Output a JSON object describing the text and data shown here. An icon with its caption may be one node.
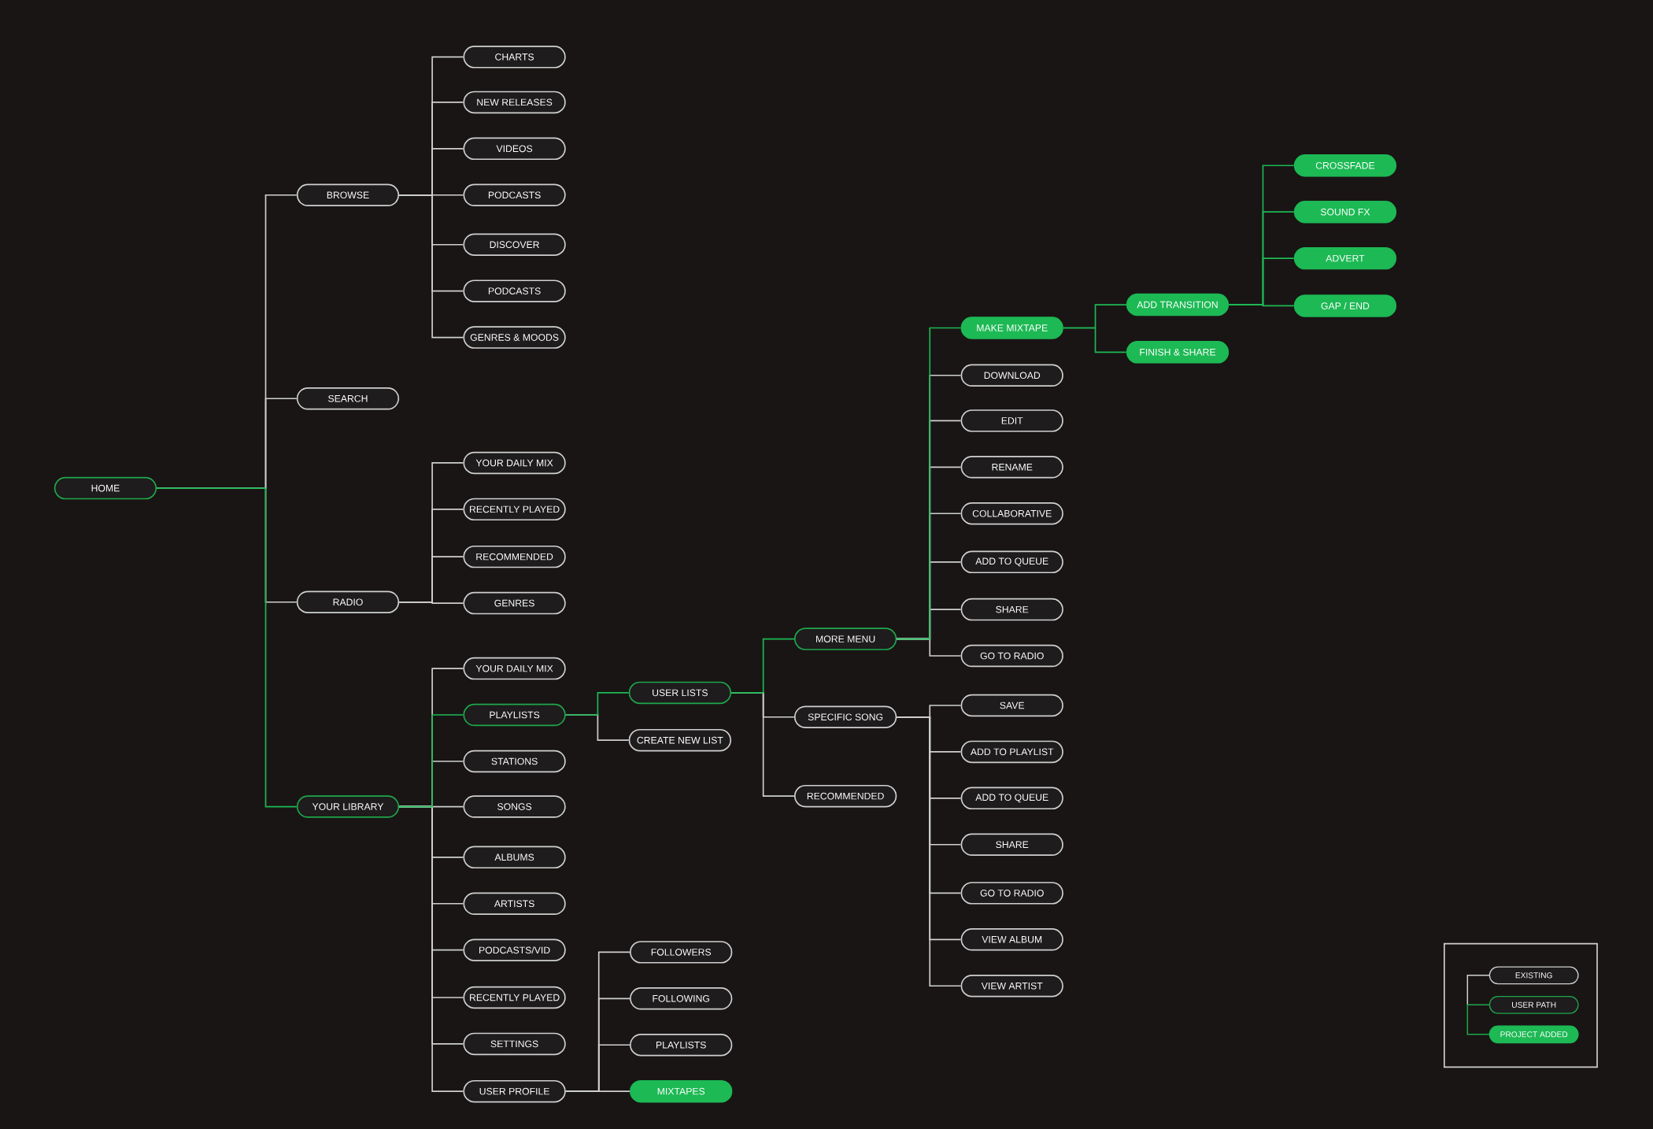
{
  "diagram": {
    "nodes": [
      {
        "text": [
          "HOME"
        ]
      },
      {
        "text": [
          "BROWSE"
        ]
      },
      {
        "text": [
          "CHARTS"
        ]
      },
      {
        "text": [
          "NEW RELEASES"
        ]
      },
      {
        "text": [
          "VIDEOS"
        ]
      },
      {
        "text": [
          "PODCASTS"
        ]
      },
      {
        "text": [
          "DISCOVER"
        ]
      },
      {
        "text": [
          "PODCASTS"
        ]
      },
      {
        "text": [
          "GENRES & MOODS"
        ]
      },
      {
        "text": [
          "SEARCH"
        ]
      },
      {
        "text": [
          "RADIO"
        ]
      },
      {
        "text": [
          "YOUR DAILY MIX"
        ]
      },
      {
        "text": [
          "RECENTLY PLAYED"
        ]
      },
      {
        "text": [
          "RECOMMENDED"
        ]
      },
      {
        "text": [
          "GENRES"
        ]
      },
      {
        "text": [
          "YOUR LIBRARY"
        ]
      },
      {
        "text": [
          "YOUR DAILY MIX"
        ]
      },
      {
        "text": [
          "PLAYLISTS"
        ]
      },
      {
        "text": [
          "STATIONS"
        ]
      },
      {
        "text": [
          "SONGS"
        ]
      },
      {
        "text": [
          "ALBUMS"
        ]
      },
      {
        "text": [
          "ARTISTS"
        ]
      },
      {
        "text": [
          "PODCASTS/VID"
        ]
      },
      {
        "text": [
          "RECENTLY PLAYED"
        ]
      },
      {
        "text": [
          "SETTINGS"
        ]
      },
      {
        "text": [
          "USER PROFILE"
        ]
      },
      {
        "text": [
          "USER LISTS"
        ]
      },
      {
        "text": [
          "CREATE NEW LIST"
        ]
      },
      {
        "text": [
          "FOLLOWERS"
        ]
      },
      {
        "text": [
          "FOLLOWING"
        ]
      },
      {
        "text": [
          "PLAYLISTS"
        ]
      },
      {
        "text": [
          "MIXTAPES"
        ]
      },
      {
        "text": [
          "MORE MENU"
        ]
      },
      {
        "text": [
          "SPECIFIC SONG"
        ]
      },
      {
        "text": [
          "RECOMMENDED"
        ]
      },
      {
        "text": [
          "MAKE MIXTAPE"
        ]
      },
      {
        "text": [
          "DOWNLOAD"
        ]
      },
      {
        "text": [
          "EDIT"
        ]
      },
      {
        "text": [
          "RENAME"
        ]
      },
      {
        "text": [
          "COLLABORATIVE"
        ]
      },
      {
        "text": [
          "ADD TO QUEUE"
        ]
      },
      {
        "text": [
          "SHARE"
        ]
      },
      {
        "text": [
          "GO TO RADIO"
        ]
      },
      {
        "text": [
          "SAVE"
        ]
      },
      {
        "text": [
          "ADD TO PLAYLIST"
        ]
      },
      {
        "text": [
          "ADD TO QUEUE"
        ]
      },
      {
        "text": [
          "SHARE"
        ]
      },
      {
        "text": [
          "GO TO RADIO"
        ]
      },
      {
        "text": [
          "VIEW ALBUM"
        ]
      },
      {
        "text": [
          "VIEW ARTIST"
        ]
      },
      {
        "text": [
          "ADD TRANSITION"
        ]
      },
      {
        "text": [
          "FINISH & SHARE"
        ]
      },
      {
        "text": [
          "CROSSFADE"
        ]
      },
      {
        "text": [
          "SOUND FX"
        ]
      },
      {
        "text": [
          "ADVERT"
        ]
      },
      {
        "text": [
          "GAP / END"
        ]
      }
    ],
    "edges": [
      {
        "from": 0,
        "to": 1,
        "arrow": "none"
      },
      {
        "from": 0,
        "to": 9,
        "arrow": "none"
      },
      {
        "from": 0,
        "to": 10,
        "arrow": "none"
      },
      {
        "from": 0,
        "to": 15,
        "arrow": "none",
        "color": "#1db954"
      },
      {
        "from": 1,
        "to": 2,
        "arrow": "none"
      },
      {
        "from": 1,
        "to": 3,
        "arrow": "none"
      },
      {
        "from": 1,
        "to": 4,
        "arrow": "none"
      },
      {
        "from": 1,
        "to": 5,
        "arrow": "none"
      },
      {
        "from": 1,
        "to": 6,
        "arrow": "none"
      },
      {
        "from": 1,
        "to": 7,
        "arrow": "none"
      },
      {
        "from": 1,
        "to": 8,
        "arrow": "none"
      },
      {
        "from": 10,
        "to": 11,
        "arrow": "none"
      },
      {
        "from": 10,
        "to": 12,
        "arrow": "none"
      },
      {
        "from": 10,
        "to": 13,
        "arrow": "none"
      },
      {
        "from": 10,
        "to": 14,
        "arrow": "none"
      },
      {
        "from": 15,
        "to": 16,
        "arrow": "none"
      },
      {
        "from": 15,
        "to": 17,
        "arrow": "none",
        "color": "#1db954"
      },
      {
        "from": 15,
        "to": 18,
        "arrow": "none"
      },
      {
        "from": 15,
        "to": 19,
        "arrow": "none"
      },
      {
        "from": 15,
        "to": 20,
        "arrow": "none"
      },
      {
        "from": 15,
        "to": 21,
        "arrow": "none"
      },
      {
        "from": 15,
        "to": 22,
        "arrow": "none"
      },
      {
        "from": 15,
        "to": 23,
        "arrow": "none"
      },
      {
        "from": 15,
        "to": 24,
        "arrow": "none"
      },
      {
        "from": 15,
        "to": 25,
        "arrow": "none"
      },
      {
        "from": 17,
        "to": 26,
        "arrow": "none",
        "color": "#1db954"
      },
      {
        "from": 17,
        "to": 27,
        "arrow": "none"
      },
      {
        "from": 25,
        "to": 28,
        "arrow": "none"
      },
      {
        "from": 25,
        "to": 29,
        "arrow": "none"
      },
      {
        "from": 25,
        "to": 30,
        "arrow": "none"
      },
      {
        "from": 25,
        "to": 31,
        "arrow": "none"
      },
      {
        "from": 26,
        "to": 32,
        "arrow": "none",
        "color": "#1db954"
      },
      {
        "from": 26,
        "to": 33,
        "arrow": "none"
      },
      {
        "from": 26,
        "to": 34,
        "arrow": "none"
      },
      {
        "from": 32,
        "to": 35,
        "arrow": "none",
        "color": "#1db954"
      },
      {
        "from": 32,
        "to": 36,
        "arrow": "none"
      },
      {
        "from": 32,
        "to": 37,
        "arrow": "none"
      },
      {
        "from": 32,
        "to": 38,
        "arrow": "none"
      },
      {
        "from": 32,
        "to": 39,
        "arrow": "none"
      },
      {
        "from": 32,
        "to": 40,
        "arrow": "none"
      },
      {
        "from": 32,
        "to": 41,
        "arrow": "none"
      },
      {
        "from": 32,
        "to": 42,
        "arrow": "none"
      },
      {
        "from": 33,
        "to": 43,
        "arrow": "none"
      },
      {
        "from": 33,
        "to": 44,
        "arrow": "none"
      },
      {
        "from": 33,
        "to": 45,
        "arrow": "none"
      },
      {
        "from": 33,
        "to": 46,
        "arrow": "none"
      },
      {
        "from": 33,
        "to": 47,
        "arrow": "none"
      },
      {
        "from": 33,
        "to": 48,
        "arrow": "none"
      },
      {
        "from": 33,
        "to": 49,
        "arrow": "none"
      },
      {
        "from": 35,
        "to": 50,
        "arrow": "none",
        "color": "#1db954"
      },
      {
        "from": 35,
        "to": 51,
        "arrow": "none",
        "color": "#1db954"
      },
      {
        "from": 50,
        "to": 52,
        "arrow": "none",
        "color": "#1db954"
      },
      {
        "from": 50,
        "to": 53,
        "arrow": "none",
        "color": "#1db954"
      },
      {
        "from": 50,
        "to": 54,
        "arrow": "none",
        "color": "#1db954"
      },
      {
        "from": 50,
        "to": 55,
        "arrow": "none",
        "color": "#1db954"
      }
    ],
    "legend": [
      {
        "text": "EXISTING"
      },
      {
        "text": "USER PATH"
      },
      {
        "text": "PROJECT ADDED"
      }
    ]
  }
}
